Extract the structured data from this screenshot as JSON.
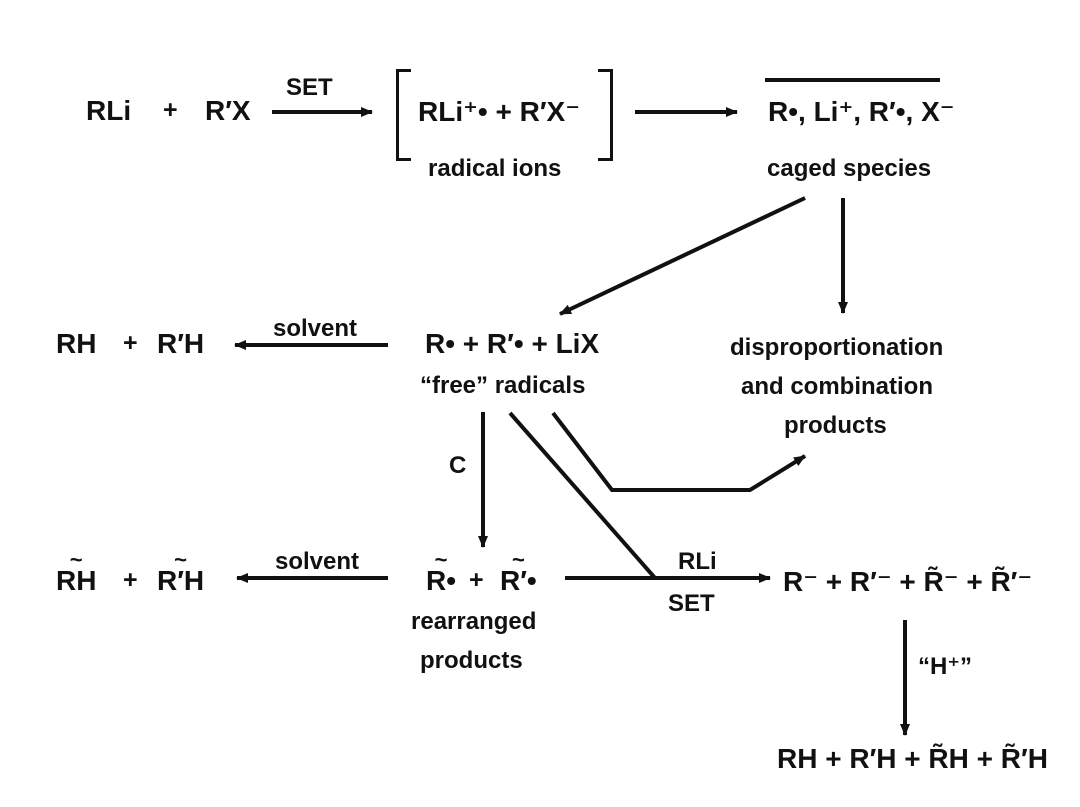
{
  "row1": {
    "reactant_a": "RLi",
    "plus1": "+",
    "reactant_b": "R′X",
    "arrow1_label": "SET",
    "radical_ions_species": "RLi⁺• + R′X⁻",
    "radical_ions_label": "radical ions",
    "caged_species": "R•, Li⁺, R′•, X⁻",
    "caged_label": "caged species"
  },
  "row2": {
    "rh": "RH",
    "plus": "+",
    "rph": "R′H",
    "solvent_label": "solvent",
    "free_species": "R• + R′• + LiX",
    "free_label": "“free” radicals",
    "disprop_line1": "disproportionation",
    "disprop_line2": "and combination",
    "disprop_line3": "products"
  },
  "row3": {
    "cyclization_label": "C",
    "trh": "RH",
    "plus": "+",
    "trph": "R′H",
    "solvent_label": "solvent",
    "rearr_species_a": "R•",
    "rearr_plus": "+",
    "rearr_species_b": "R′•",
    "rearr_label_line1": "rearranged",
    "rearr_label_line2": "products",
    "arrow_top_label": "RLi",
    "arrow_bottom_label": "SET",
    "anions": "R⁻ + R′⁻ + R̃⁻ + R̃′⁻"
  },
  "row4": {
    "h_label": "“H⁺”",
    "final_products": "RH + R′H + R̃H + R̃′H"
  }
}
